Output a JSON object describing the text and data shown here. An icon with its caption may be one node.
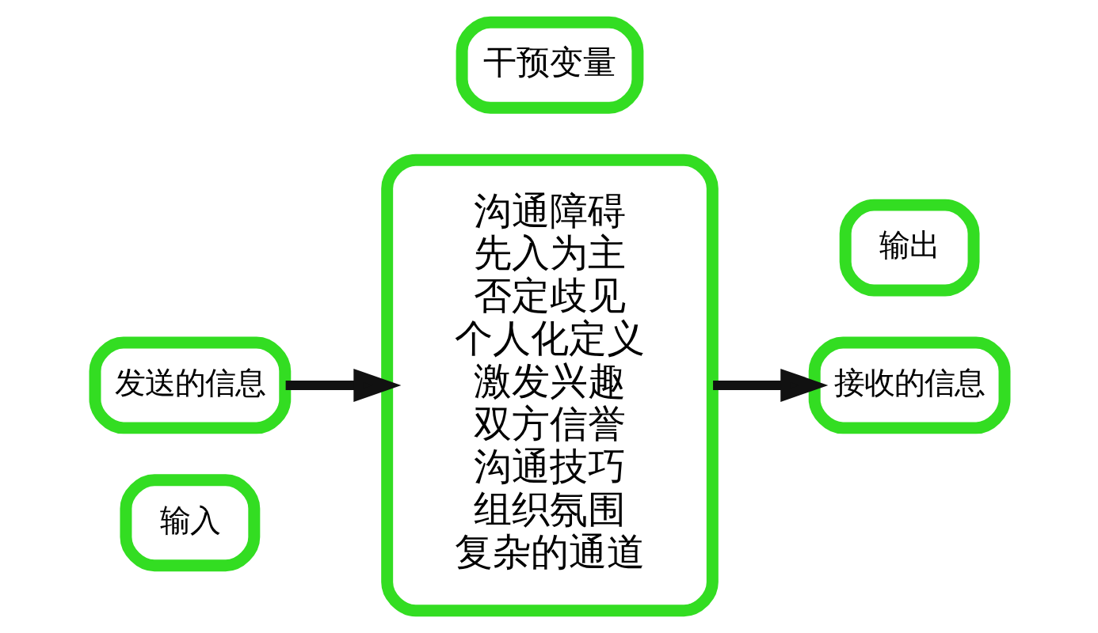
{
  "diagram": {
    "nodes": [
      {
        "text": [
          "输入"
        ]
      },
      {
        "text": [
          "发送的信息"
        ]
      },
      {
        "text": [
          "干预变量"
        ]
      },
      {
        "text": [
          "沟通障碍",
          "先入为主",
          "否定歧见",
          "个人化定义",
          "激发兴趣",
          "双方信誉",
          "沟通技巧",
          "组织氛围",
          "复杂的通道"
        ]
      },
      {
        "text": [
          "输出"
        ]
      },
      {
        "text": [
          "接收的信息"
        ]
      }
    ],
    "edges": [
      {
        "from": 1,
        "to": 3,
        "arrow": "to"
      },
      {
        "from": 3,
        "to": 5,
        "arrow": "to"
      }
    ]
  }
}
